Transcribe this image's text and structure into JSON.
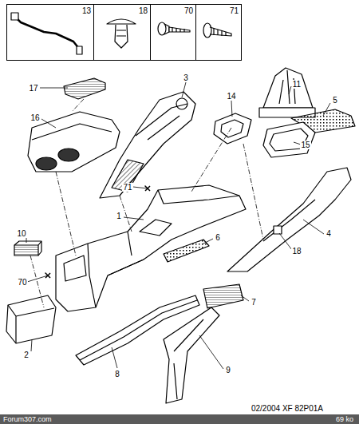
{
  "diagram": {
    "nodes": [
      {
        "text": [
          "13"
        ]
      },
      {
        "text": [
          "18"
        ]
      },
      {
        "text": [
          "70"
        ]
      },
      {
        "text": [
          "71"
        ]
      }
    ],
    "labels": [
      "17",
      "3",
      "11",
      "5",
      "14",
      "15",
      "16",
      "1",
      "71",
      "6",
      "4",
      "18",
      "10",
      "70",
      "2",
      "7",
      "8",
      "9",
      "02/2004 XF 82P01A",
      "Forum307.com",
      "69 ko"
    ]
  }
}
